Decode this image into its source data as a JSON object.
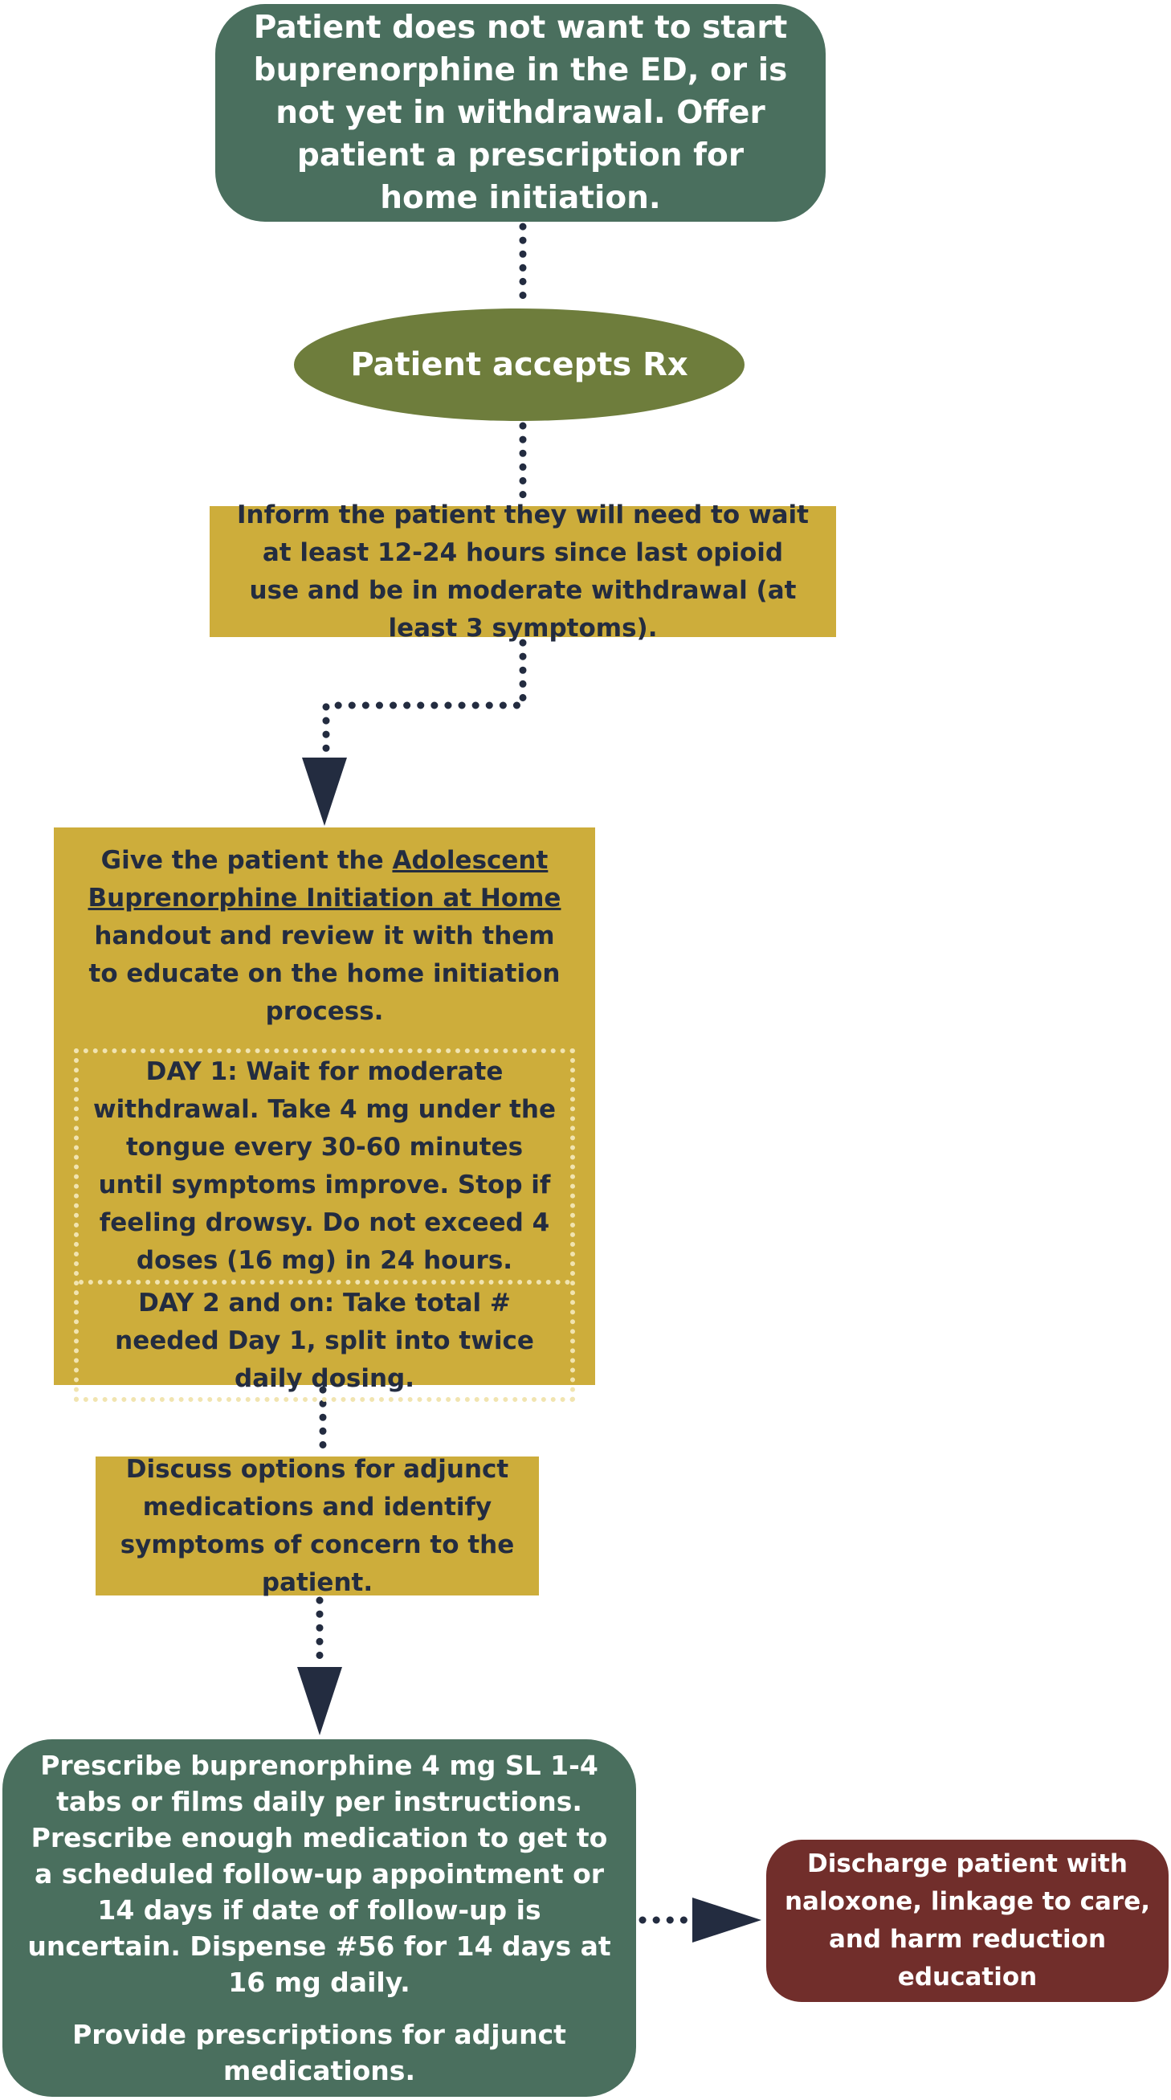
{
  "flowchart": {
    "start": "Patient does not want to start buprenorphine in the ED, or is not yet in withdrawal. Offer patient a prescription for home initiation.",
    "accept": "Patient accepts Rx",
    "inform": "Inform the patient they will need to wait at least 12-24 hours since last opioid use and be in moderate withdrawal (at least 3 symptoms).",
    "give": {
      "prefix": "Give the patient the ",
      "link": "Adolescent Buprenorphine Initiation at Home",
      "suffix": " handout and review it with them to educate on the home initiation process.",
      "day1_label": "DAY 1:",
      "day1_text": " Wait for moderate withdrawal. Take 4 mg under the tongue every 30-60 minutes until symptoms improve. Stop if feeling drowsy. Do not exceed 4 doses (16 mg) in 24 hours.",
      "day2_label": "DAY 2 and on:",
      "day2_text": " Take total # needed Day 1, split into twice daily dosing."
    },
    "discuss": "Discuss options for adjunct medications and identify symptoms of concern to the patient.",
    "prescribe": "Prescribe buprenorphine 4 mg SL 1-4 tabs or films daily per instructions. Prescribe enough medication to get to a scheduled follow-up appointment or 14 days if date of follow-up is uncertain. Dispense #56 for 14 days at 16 mg daily.",
    "prescribe_extra": "Provide prescriptions for adjunct medications.",
    "discharge": "Discharge patient with naloxone, linkage to care, and harm reduction education"
  },
  "colors": {
    "dark_green": "#4a6f5e",
    "olive": "#6e7d3c",
    "gold": "#cdad3b",
    "dark_red": "#712e2b",
    "navy": "#232c40"
  }
}
